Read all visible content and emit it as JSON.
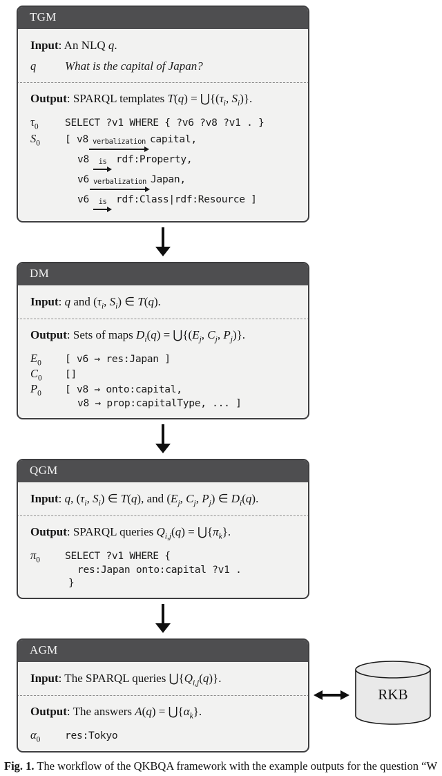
{
  "palette": {
    "header_bg": "#4e4e50",
    "box_bg": "#f2f2f1",
    "box_border": "#3e3e40",
    "arrow": "#0f0f0f",
    "cylinder_fill": "#e9e9e9",
    "dashed_line": "#8c8c8c"
  },
  "arrow_labels": {
    "verbalization": "verbalization",
    "is": "is"
  },
  "tgm": {
    "title": "TGM",
    "input": [
      {
        "t": "Input",
        "s": "b"
      },
      {
        "t": ": An NLQ ",
        "s": "r"
      },
      {
        "t": "q",
        "s": "i"
      },
      {
        "t": ".",
        "s": "r"
      }
    ],
    "q_row": {
      "var": [
        {
          "t": "q",
          "s": "i"
        }
      ],
      "text": "What is the capital of Japan?"
    },
    "output": [
      {
        "t": "Output",
        "s": "b"
      },
      {
        "t": ": SPARQL templates ",
        "s": "r"
      },
      {
        "t": "T",
        "s": "i"
      },
      {
        "t": "(",
        "s": "r"
      },
      {
        "t": "q",
        "s": "i"
      },
      {
        "t": ") = ⋃{(",
        "s": "r"
      },
      {
        "t": "τ",
        "s": "i"
      },
      {
        "t": "i",
        "s": "sub"
      },
      {
        "t": ", ",
        "s": "r"
      },
      {
        "t": "S",
        "s": "i"
      },
      {
        "t": "i",
        "s": "sub"
      },
      {
        "t": ")}.",
        "s": "r"
      }
    ],
    "tau_row": {
      "var": [
        {
          "t": "τ",
          "s": "i"
        },
        {
          "t": "0",
          "s": "subr"
        }
      ],
      "code": "SELECT ?v1 WHERE { ?v6 ?v8 ?v1 . }"
    },
    "s_row": {
      "var": [
        {
          "t": "S",
          "s": "i"
        },
        {
          "t": "0",
          "s": "subr"
        }
      ],
      "lines": [
        {
          "pre": "[ v8",
          "post": "capital,"
        },
        {
          "pre": "v8",
          "post": "rdf:Property,"
        },
        {
          "pre": "v6",
          "post": "Japan,"
        },
        {
          "pre": "v6",
          "post": "rdf:Class|rdf:Resource ]"
        }
      ]
    }
  },
  "dm": {
    "title": "DM",
    "input": [
      {
        "t": "Input",
        "s": "b"
      },
      {
        "t": ": ",
        "s": "r"
      },
      {
        "t": "q",
        "s": "i"
      },
      {
        "t": " and (",
        "s": "r"
      },
      {
        "t": "τ",
        "s": "i"
      },
      {
        "t": "i",
        "s": "sub"
      },
      {
        "t": ", ",
        "s": "r"
      },
      {
        "t": "S",
        "s": "i"
      },
      {
        "t": "i",
        "s": "sub"
      },
      {
        "t": ") ∈ ",
        "s": "r"
      },
      {
        "t": "T",
        "s": "i"
      },
      {
        "t": "(",
        "s": "r"
      },
      {
        "t": "q",
        "s": "i"
      },
      {
        "t": ").",
        "s": "r"
      }
    ],
    "output": [
      {
        "t": "Output",
        "s": "b"
      },
      {
        "t": ": Sets of maps ",
        "s": "r"
      },
      {
        "t": "D",
        "s": "i"
      },
      {
        "t": "i",
        "s": "sub"
      },
      {
        "t": "(",
        "s": "r"
      },
      {
        "t": "q",
        "s": "i"
      },
      {
        "t": ") = ⋃{(",
        "s": "r"
      },
      {
        "t": "E",
        "s": "i"
      },
      {
        "t": "j",
        "s": "sub"
      },
      {
        "t": ", ",
        "s": "r"
      },
      {
        "t": "C",
        "s": "i"
      },
      {
        "t": "j",
        "s": "sub"
      },
      {
        "t": ", ",
        "s": "r"
      },
      {
        "t": "P",
        "s": "i"
      },
      {
        "t": "j",
        "s": "sub"
      },
      {
        "t": ")}.",
        "s": "r"
      }
    ],
    "rows": [
      {
        "var": [
          {
            "t": "E",
            "s": "i"
          },
          {
            "t": "0",
            "s": "subr"
          }
        ],
        "code": "[ v6 → res:Japan ]"
      },
      {
        "var": [
          {
            "t": "C",
            "s": "i"
          },
          {
            "t": "0",
            "s": "subr"
          }
        ],
        "code": "[]"
      },
      {
        "var": [
          {
            "t": "P",
            "s": "i"
          },
          {
            "t": "0",
            "s": "subr"
          }
        ],
        "code": "[ v8 → onto:capital,"
      },
      {
        "var": [],
        "code": "v8 → prop:capitalType, ... ]"
      }
    ]
  },
  "qgm": {
    "title": "QGM",
    "input": [
      {
        "t": "Input",
        "s": "b"
      },
      {
        "t": ": ",
        "s": "r"
      },
      {
        "t": "q",
        "s": "i"
      },
      {
        "t": ", (",
        "s": "r"
      },
      {
        "t": "τ",
        "s": "i"
      },
      {
        "t": "i",
        "s": "sub"
      },
      {
        "t": ", ",
        "s": "r"
      },
      {
        "t": "S",
        "s": "i"
      },
      {
        "t": "i",
        "s": "sub"
      },
      {
        "t": ") ∈ ",
        "s": "r"
      },
      {
        "t": "T",
        "s": "i"
      },
      {
        "t": "(",
        "s": "r"
      },
      {
        "t": "q",
        "s": "i"
      },
      {
        "t": "), and (",
        "s": "r"
      },
      {
        "t": "E",
        "s": "i"
      },
      {
        "t": "j",
        "s": "sub"
      },
      {
        "t": ", ",
        "s": "r"
      },
      {
        "t": "C",
        "s": "i"
      },
      {
        "t": "j",
        "s": "sub"
      },
      {
        "t": ", ",
        "s": "r"
      },
      {
        "t": "P",
        "s": "i"
      },
      {
        "t": "j",
        "s": "sub"
      },
      {
        "t": ") ∈ ",
        "s": "r"
      },
      {
        "t": "D",
        "s": "i"
      },
      {
        "t": "i",
        "s": "sub"
      },
      {
        "t": "(",
        "s": "r"
      },
      {
        "t": "q",
        "s": "i"
      },
      {
        "t": ").",
        "s": "r"
      }
    ],
    "output": [
      {
        "t": "Output",
        "s": "b"
      },
      {
        "t": ": SPARQL queries ",
        "s": "r"
      },
      {
        "t": "Q",
        "s": "i"
      },
      {
        "t": "i,j",
        "s": "sub"
      },
      {
        "t": "(",
        "s": "r"
      },
      {
        "t": "q",
        "s": "i"
      },
      {
        "t": ") = ⋃{",
        "s": "r"
      },
      {
        "t": "π",
        "s": "i"
      },
      {
        "t": "k",
        "s": "sub"
      },
      {
        "t": "}.",
        "s": "r"
      }
    ],
    "pi_row": {
      "var": [
        {
          "t": "π",
          "s": "i"
        },
        {
          "t": "0",
          "s": "subr"
        }
      ],
      "lines": [
        "SELECT ?v1 WHERE {",
        "res:Japan onto:capital ?v1 .",
        "}"
      ]
    }
  },
  "agm": {
    "title": "AGM",
    "input": [
      {
        "t": "Input",
        "s": "b"
      },
      {
        "t": ": The SPARQL queries ⋃{",
        "s": "r"
      },
      {
        "t": "Q",
        "s": "i"
      },
      {
        "t": "i,j",
        "s": "sub"
      },
      {
        "t": "(",
        "s": "r"
      },
      {
        "t": "q",
        "s": "i"
      },
      {
        "t": ")}.",
        "s": "r"
      }
    ],
    "output": [
      {
        "t": "Output",
        "s": "b"
      },
      {
        "t": ": The answers ",
        "s": "r"
      },
      {
        "t": "A",
        "s": "i"
      },
      {
        "t": "(",
        "s": "r"
      },
      {
        "t": "q",
        "s": "i"
      },
      {
        "t": ") = ⋃{",
        "s": "r"
      },
      {
        "t": "α",
        "s": "i"
      },
      {
        "t": "k",
        "s": "sub"
      },
      {
        "t": "}.",
        "s": "r"
      }
    ],
    "alpha_row": {
      "var": [
        {
          "t": "α",
          "s": "i"
        },
        {
          "t": "0",
          "s": "subr"
        }
      ],
      "code": "res:Tokyo"
    }
  },
  "datastore": {
    "label": "RKB"
  },
  "caption": [
    {
      "t": "Fig. 1.",
      "s": "b"
    },
    {
      "t": " The workflow of the QKBQA framework with the example outputs for the question “W",
      "s": "r"
    }
  ]
}
